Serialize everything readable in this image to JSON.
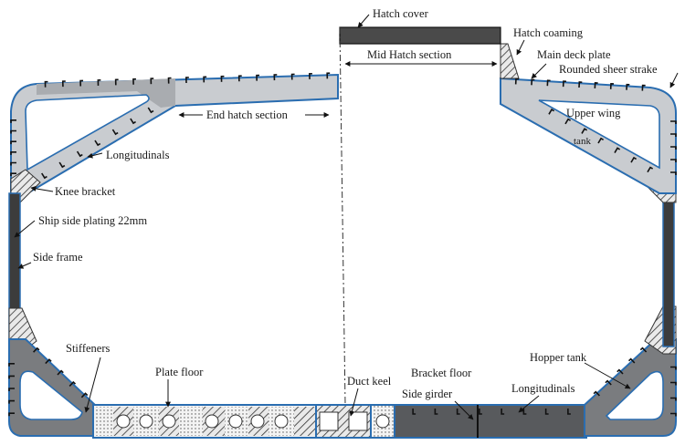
{
  "labels": {
    "hatch_cover": "Hatch cover",
    "hatch_coaming": "Hatch coaming",
    "mid_hatch_section": "Mid Hatch section",
    "main_deck_plate": "Main deck plate",
    "rounded_sheer_strake": "Rounded sheer strake",
    "end_hatch_section": "End hatch section",
    "upper_wing": "Upper wing",
    "tank": "tank",
    "longitudinals_upper": "Longitudinals",
    "knee_bracket": "Knee bracket",
    "ship_side_plating": "Ship side plating 22mm",
    "side_frame": "Side frame",
    "stiffeners": "Stiffeners",
    "plate_floor": "Plate floor",
    "duct_keel": "Duct keel",
    "bracket_floor": "Bracket floor",
    "side_girder": "Side girder",
    "longitudinals_lower": "Longitudinals",
    "hopper_tank": "Hopper tank"
  },
  "colors": {
    "hull_outline": "#2a6db0",
    "tank_fill": "#c9ccd0",
    "dark_fill": "#585a5d",
    "hatch_fill": "#4a4a4a",
    "frame_fill": "#3c3c3c",
    "text": "#1a1a1a"
  }
}
